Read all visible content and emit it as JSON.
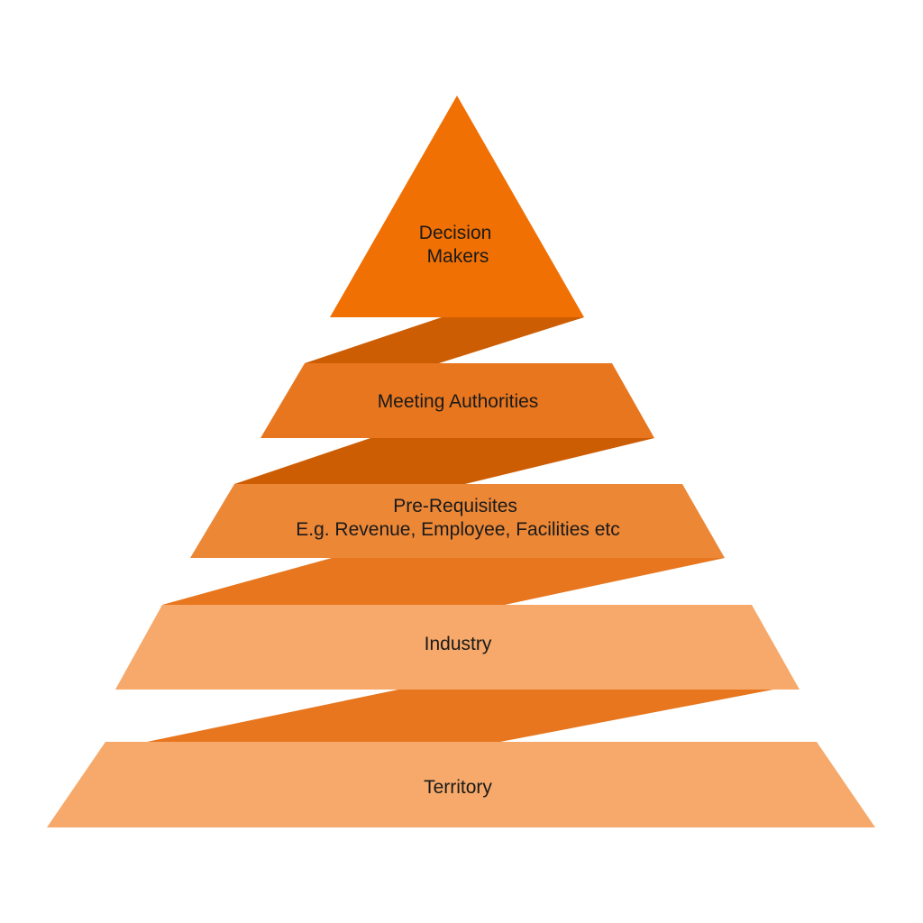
{
  "diagram": {
    "type": "pyramid",
    "tiers": [
      {
        "lines": [
          "Decision",
          "Makers"
        ],
        "color": "#f07004"
      },
      {
        "lines": [
          "Meeting Authorities"
        ],
        "color": "#e8761e"
      },
      {
        "lines": [
          "Pre-Requisites",
          "E.g. Revenue, Employee, Facilities etc"
        ],
        "color": "#ec8736"
      },
      {
        "lines": [
          "Industry"
        ],
        "color": "#f6a96a"
      },
      {
        "lines": [
          "Territory"
        ],
        "color": "#f6a96a"
      }
    ],
    "connector_colors": [
      "#cd5d03",
      "#cd5d03",
      "#e8761e",
      "#e8761e"
    ]
  }
}
